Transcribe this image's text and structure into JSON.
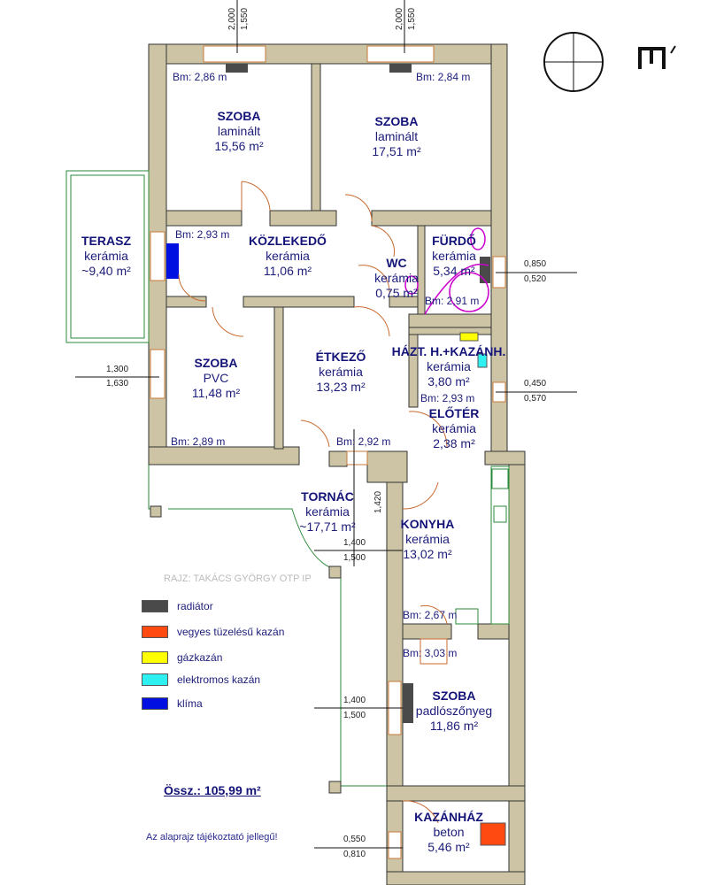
{
  "rooms": [
    {
      "name": "SZOBA",
      "material": "laminált",
      "area": "15,56 m²"
    },
    {
      "name": "SZOBA",
      "material": "laminált",
      "area": "17,51 m²"
    },
    {
      "name": "TERASZ",
      "material": "kerámia",
      "area": "~9,40 m²"
    },
    {
      "name": "KÖZLEKEDŐ",
      "material": "kerámia",
      "area": "11,06 m²"
    },
    {
      "name": "WC",
      "material": "kerámia",
      "area": "0,75 m²"
    },
    {
      "name": "FÜRDŐ",
      "material": "kerámia",
      "area": "5,34 m²"
    },
    {
      "name": "SZOBA",
      "material": "PVC",
      "area": "11,48 m²"
    },
    {
      "name": "ÉTKEZŐ",
      "material": "kerámia",
      "area": "13,23 m²"
    },
    {
      "name": "HÁZT. H.+KAZÁNH.",
      "material": "kerámia",
      "area": "3,80 m²"
    },
    {
      "name": "ELŐTÉR",
      "material": "kerámia",
      "area": "2,38 m²"
    },
    {
      "name": "TORNÁC",
      "material": "kerámia",
      "area": "~17,71 m²"
    },
    {
      "name": "KONYHA",
      "material": "kerámia",
      "area": "13,02 m²"
    },
    {
      "name": "SZOBA",
      "material": "padlószőnyeg",
      "area": "11,86 m²"
    },
    {
      "name": "KAZÁNHÁZ",
      "material": "beton",
      "area": "5,46 m²"
    }
  ],
  "heights": [
    "Bm: 2,86 m",
    "Bm: 2,84 m",
    "Bm: 2,93 m",
    "Bm: 2,91 m",
    "Bm: 2,89 m",
    "Bm: 2,93 m",
    "Bm: 2,92 m",
    "Bm: 2,67 m",
    "Bm: 3,03 m"
  ],
  "dimensions": {
    "top1": [
      "2,000",
      "1,550"
    ],
    "top2": [
      "2,000",
      "1,550"
    ],
    "furdo": [
      "0,850",
      "0,520"
    ],
    "haztart": [
      "0,450",
      "0,570"
    ],
    "szoba_left": [
      "1,300",
      "1,630"
    ],
    "tornac": [
      "1,400",
      "1,500"
    ],
    "tornac_vertical": "1,420",
    "szoba_lower": [
      "1,400",
      "1,500"
    ],
    "kazanhaz": [
      "0,550",
      "0,810"
    ]
  },
  "legend": [
    {
      "label": "radiátor",
      "color": "#4a4a4a"
    },
    {
      "label": "vegyes tüzelésű kazán",
      "color": "#ff4a12"
    },
    {
      "label": "gázkazán",
      "color": "#ffff00"
    },
    {
      "label": "elektromos kazán",
      "color": "#2ff0f0"
    },
    {
      "label": "klíma",
      "color": "#0010e0"
    }
  ],
  "total": "Össz.: 105,99 m²",
  "note": "Az alaprajz tájékoztató jellegű!",
  "watermark": "RAJZ: TAKÁCS GYÖRGY OTP IP",
  "colors": {
    "wall": "#ccc4a4",
    "text": "#1c1c7a",
    "terrace": "#2a8a3a",
    "sanitary": "#cc00cc"
  }
}
